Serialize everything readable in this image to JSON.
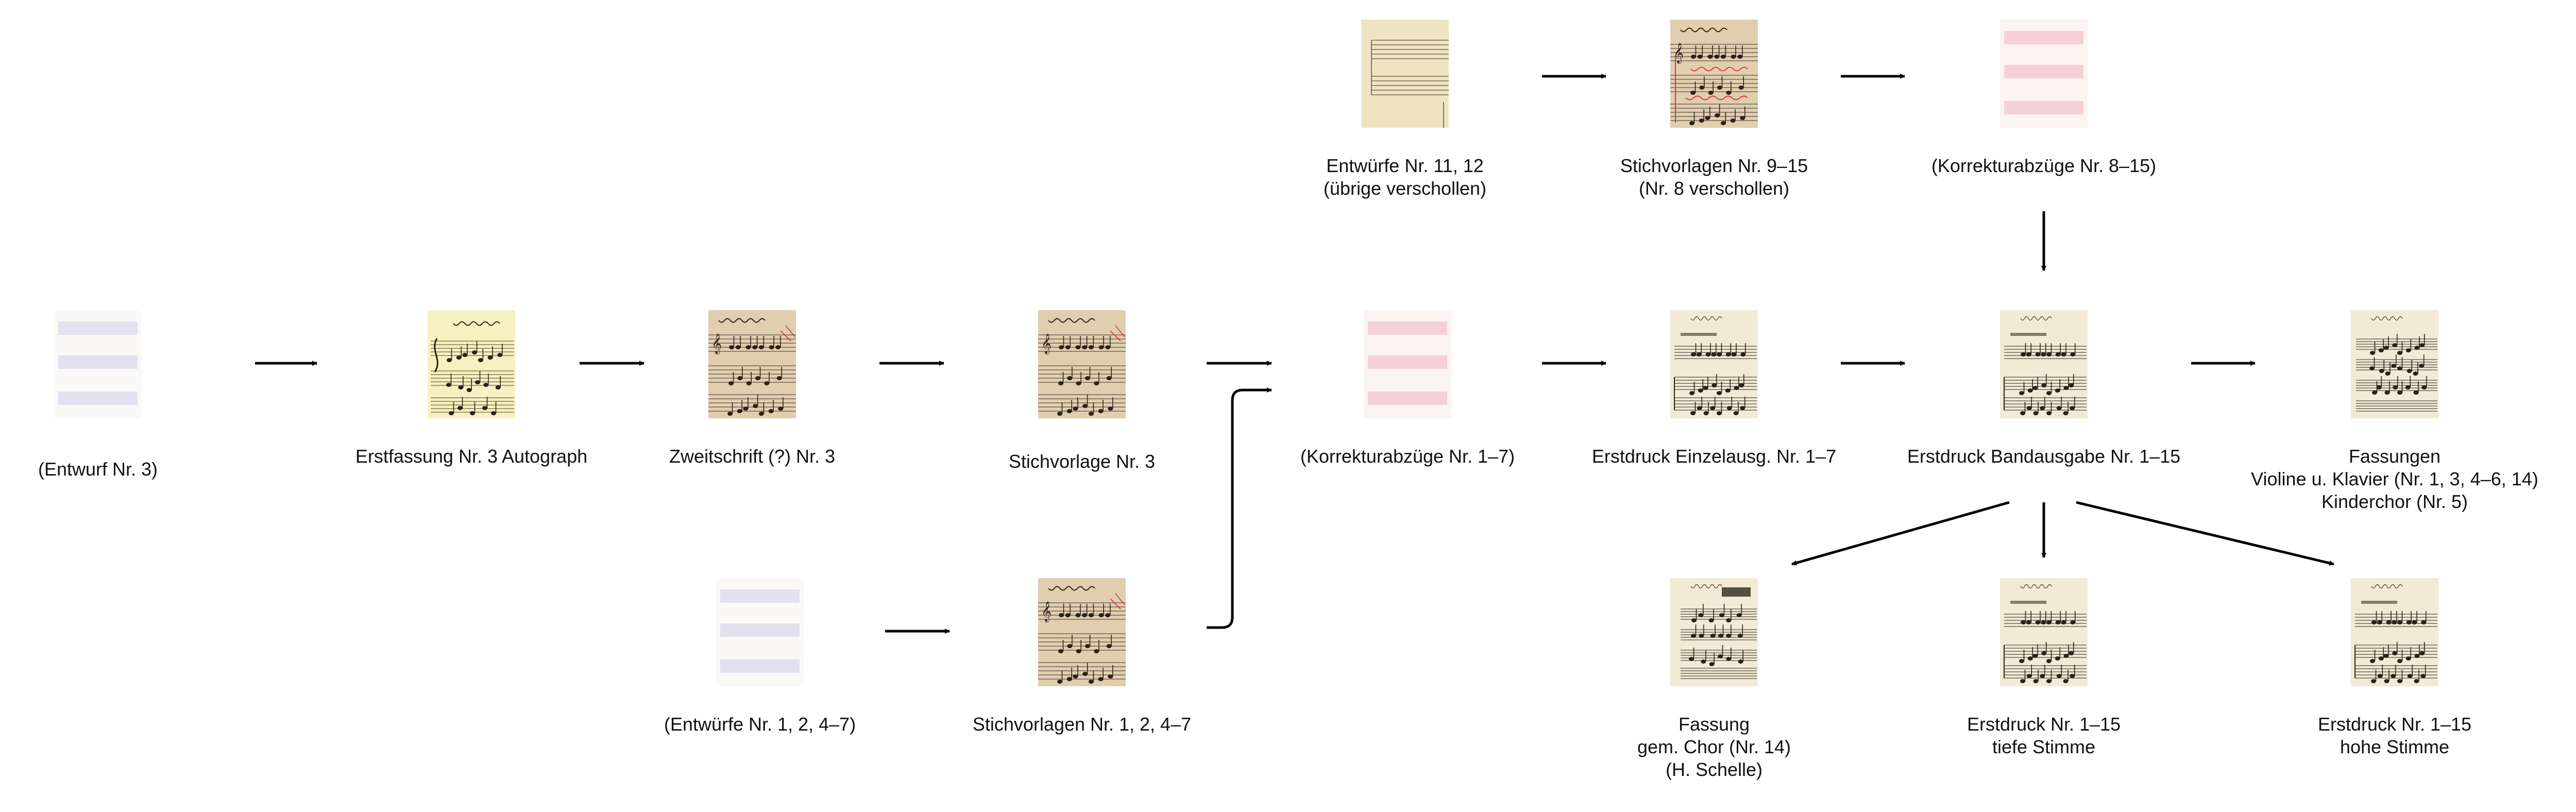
{
  "nodes": {
    "entwurf3": {
      "lines": [
        "(Entwurf Nr. 3)"
      ],
      "thumb": "placeholder-blue",
      "lost": true
    },
    "erstfassung3": {
      "lines": [
        "Erstfassung Nr. 3 Autograph"
      ],
      "thumb": "manuscript-yellow",
      "lost": false
    },
    "zweitschrift3": {
      "lines": [
        "Zweitschrift (?) Nr. 3"
      ],
      "thumb": "manuscript-beige",
      "lost": false
    },
    "stichvorlage3": {
      "lines": [
        "Stichvorlage Nr. 3"
      ],
      "thumb": "manuscript-beige",
      "lost": false
    },
    "entwuerfe1247": {
      "lines": [
        "(Entwürfe Nr. 1, 2, 4–7)"
      ],
      "thumb": "placeholder-blue",
      "lost": true
    },
    "stichvorlagen1247": {
      "lines": [
        "Stichvorlagen Nr. 1, 2, 4–7"
      ],
      "thumb": "manuscript-beige",
      "lost": false
    },
    "korrektur17": {
      "lines": [
        "(Korrekturabzüge Nr. 1–7)"
      ],
      "thumb": "placeholder-pink",
      "lost": true
    },
    "einzelausg17": {
      "lines": [
        "Erstdruck Einzelausg. Nr. 1–7"
      ],
      "thumb": "print-score",
      "lost": false
    },
    "entwuerfe1112": {
      "lines": [
        "Entwürfe Nr. 11, 12",
        "(übrige verschollen)"
      ],
      "thumb": "manuscript-blank",
      "lost": false
    },
    "stichvorlagen915": {
      "lines": [
        "Stichvorlagen Nr. 9–15",
        "(Nr. 8 verschollen)"
      ],
      "thumb": "manuscript-red",
      "lost": false
    },
    "korrektur815": {
      "lines": [
        "(Korrekturabzüge Nr. 8–15)"
      ],
      "thumb": "placeholder-pink",
      "lost": true
    },
    "bandausgabe115": {
      "lines": [
        "Erstdruck Bandausgabe Nr. 1–15"
      ],
      "thumb": "print-score",
      "lost": false
    },
    "fassungen": {
      "lines": [
        "Fassungen",
        "Violine u. Klavier (Nr. 1, 3, 4–6, 14)",
        "Kinderchor (Nr. 5)"
      ],
      "thumb": "print-violin",
      "lost": false
    },
    "chor14": {
      "lines": [
        "Fassung",
        "gem. Chor (Nr. 14)",
        "(H. Schelle)"
      ],
      "thumb": "print-choir",
      "lost": false
    },
    "tief115": {
      "lines": [
        "Erstdruck Nr. 1–15",
        "tiefe Stimme"
      ],
      "thumb": "print-score",
      "lost": false
    },
    "hoch115": {
      "lines": [
        "Erstdruck Nr. 1–15",
        "hohe Stimme"
      ],
      "thumb": "print-score",
      "lost": false
    }
  },
  "edges": [
    [
      "entwurf3",
      "erstfassung3"
    ],
    [
      "erstfassung3",
      "zweitschrift3"
    ],
    [
      "zweitschrift3",
      "stichvorlage3"
    ],
    [
      "stichvorlage3",
      "korrektur17"
    ],
    [
      "entwuerfe1247",
      "stichvorlagen1247"
    ],
    [
      "stichvorlagen1247",
      "korrektur17"
    ],
    [
      "korrektur17",
      "einzelausg17"
    ],
    [
      "einzelausg17",
      "bandausgabe115"
    ],
    [
      "entwuerfe1112",
      "stichvorlagen915"
    ],
    [
      "stichvorlagen915",
      "korrektur815"
    ],
    [
      "korrektur815",
      "bandausgabe115"
    ],
    [
      "bandausgabe115",
      "fassungen"
    ],
    [
      "bandausgabe115",
      "chor14"
    ],
    [
      "bandausgabe115",
      "tief115"
    ],
    [
      "bandausgabe115",
      "hoch115"
    ]
  ],
  "colors": {
    "arrow": "#000000",
    "placeholder_blue_bg": "#fbf8f8",
    "placeholder_blue_band": "#dedcef",
    "placeholder_pink_bg": "#fcf3f3",
    "placeholder_pink_band": "#f4c9d3",
    "paper_yellow": "#f7f0c0",
    "paper_beige": "#e6d5b8",
    "paper_print": "#f2ead4",
    "ink": "#2a2218",
    "red_ink": "#d43434"
  }
}
